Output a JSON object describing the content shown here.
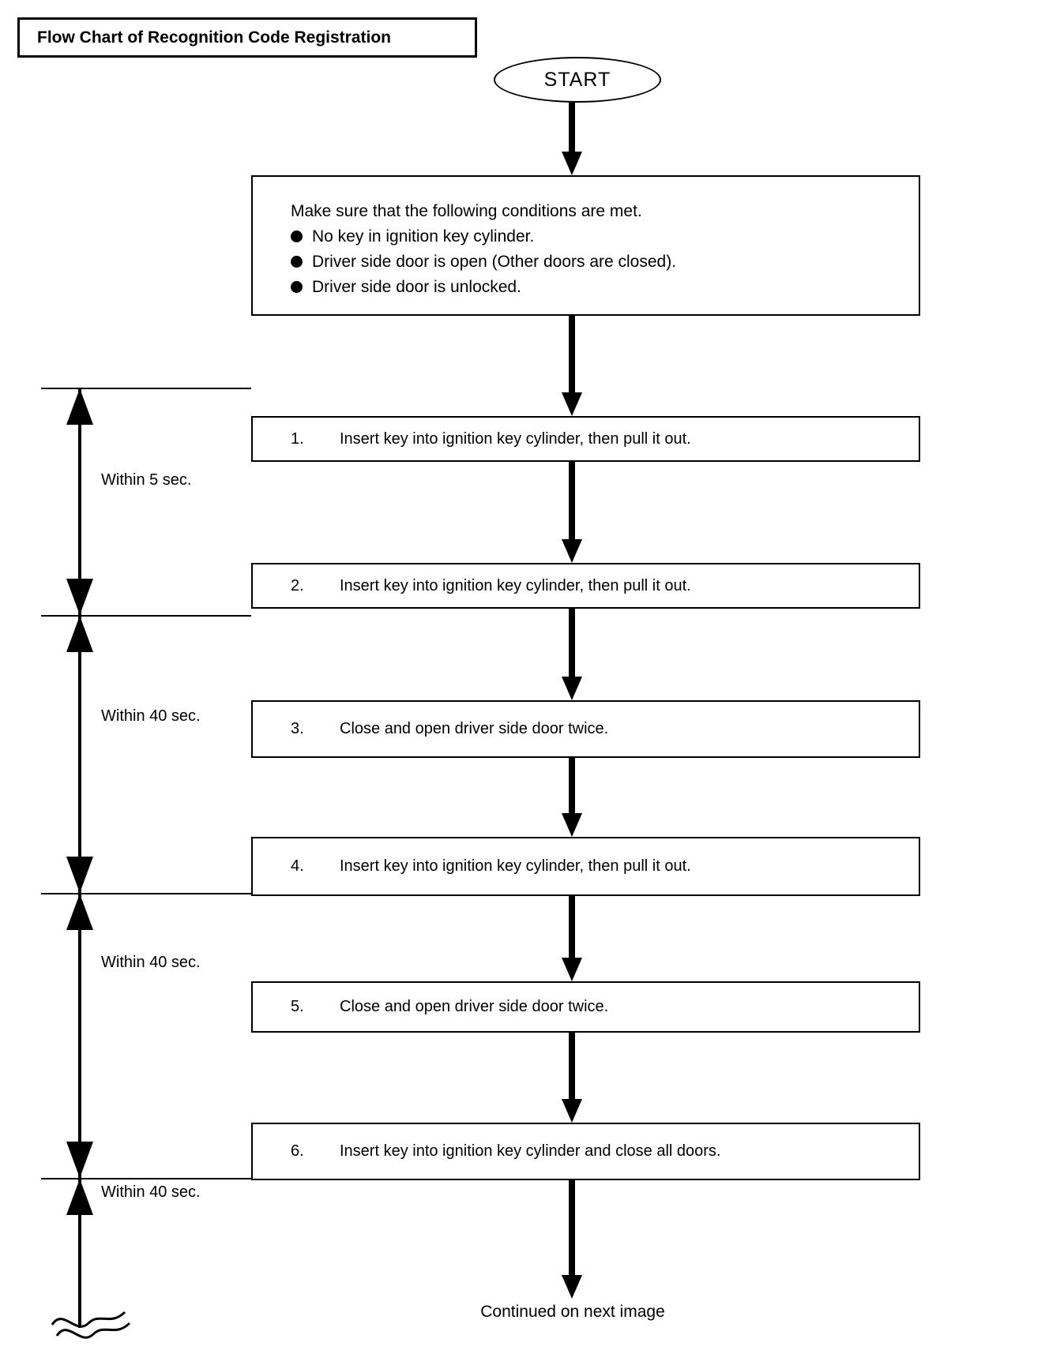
{
  "title": {
    "text": "Flow Chart of Recognition Code Registration"
  },
  "start": {
    "label": "START"
  },
  "conditions": {
    "heading": "Make sure that the following conditions are met.",
    "items": [
      "No key in ignition key cylinder.",
      "Driver side door is open (Other doors are closed).",
      "Driver side door is unlocked."
    ]
  },
  "steps": [
    {
      "num": "1.",
      "text": "Insert key into ignition key cylinder, then pull it out."
    },
    {
      "num": "2.",
      "text": "Insert key into ignition key cylinder, then pull it out."
    },
    {
      "num": "3.",
      "text": "Close and open driver side door twice."
    },
    {
      "num": "4.",
      "text": "Insert key into ignition key cylinder, then pull it out."
    },
    {
      "num": "5.",
      "text": "Close and open driver side door twice."
    },
    {
      "num": "6.",
      "text": "Insert key into ignition key cylinder and close all doors."
    }
  ],
  "timings": [
    {
      "label": "Within 5 sec.",
      "spans": "step 1 to step 2"
    },
    {
      "label": "Within 40 sec.",
      "spans": "step 2 to step 4"
    },
    {
      "label": "Within 40 sec.",
      "spans": "step 4 to step 6"
    },
    {
      "label": "Within 40 sec.",
      "spans": "step 6 onward"
    }
  ],
  "footer": {
    "continued": "Continued on next image"
  },
  "colors": {
    "ink": "#000000",
    "paper": "#ffffff"
  },
  "chart_data": {
    "type": "diagram",
    "title": "Flow Chart of Recognition Code Registration",
    "nodes": [
      {
        "id": "start",
        "shape": "terminator",
        "label": "START"
      },
      {
        "id": "conditions",
        "shape": "process",
        "label": "Make sure that the following conditions are met. / No key in ignition key cylinder. / Driver side door is open (Other doors are closed). / Driver side door is unlocked."
      },
      {
        "id": "s1",
        "shape": "process",
        "label": "1. Insert key into ignition key cylinder, then pull it out."
      },
      {
        "id": "s2",
        "shape": "process",
        "label": "2. Insert key into ignition key cylinder, then pull it out."
      },
      {
        "id": "s3",
        "shape": "process",
        "label": "3. Close and open driver side door twice."
      },
      {
        "id": "s4",
        "shape": "process",
        "label": "4. Insert key into ignition key cylinder, then pull it out."
      },
      {
        "id": "s5",
        "shape": "process",
        "label": "5. Close and open driver side door twice."
      },
      {
        "id": "s6",
        "shape": "process",
        "label": "6. Insert key into ignition key cylinder and close all doors."
      },
      {
        "id": "continued",
        "shape": "caption",
        "label": "Continued on next image"
      }
    ],
    "edges": [
      {
        "from": "start",
        "to": "conditions"
      },
      {
        "from": "conditions",
        "to": "s1"
      },
      {
        "from": "s1",
        "to": "s2"
      },
      {
        "from": "s2",
        "to": "s3"
      },
      {
        "from": "s3",
        "to": "s4"
      },
      {
        "from": "s4",
        "to": "s5"
      },
      {
        "from": "s5",
        "to": "s6"
      },
      {
        "from": "s6",
        "to": "continued"
      }
    ],
    "annotations": [
      {
        "label": "Within 5 sec.",
        "from": "s1",
        "to": "s2"
      },
      {
        "label": "Within 40 sec.",
        "from": "s2",
        "to": "s4"
      },
      {
        "label": "Within 40 sec.",
        "from": "s4",
        "to": "s6"
      },
      {
        "label": "Within 40 sec.",
        "from": "s6",
        "to": "continued"
      }
    ]
  }
}
